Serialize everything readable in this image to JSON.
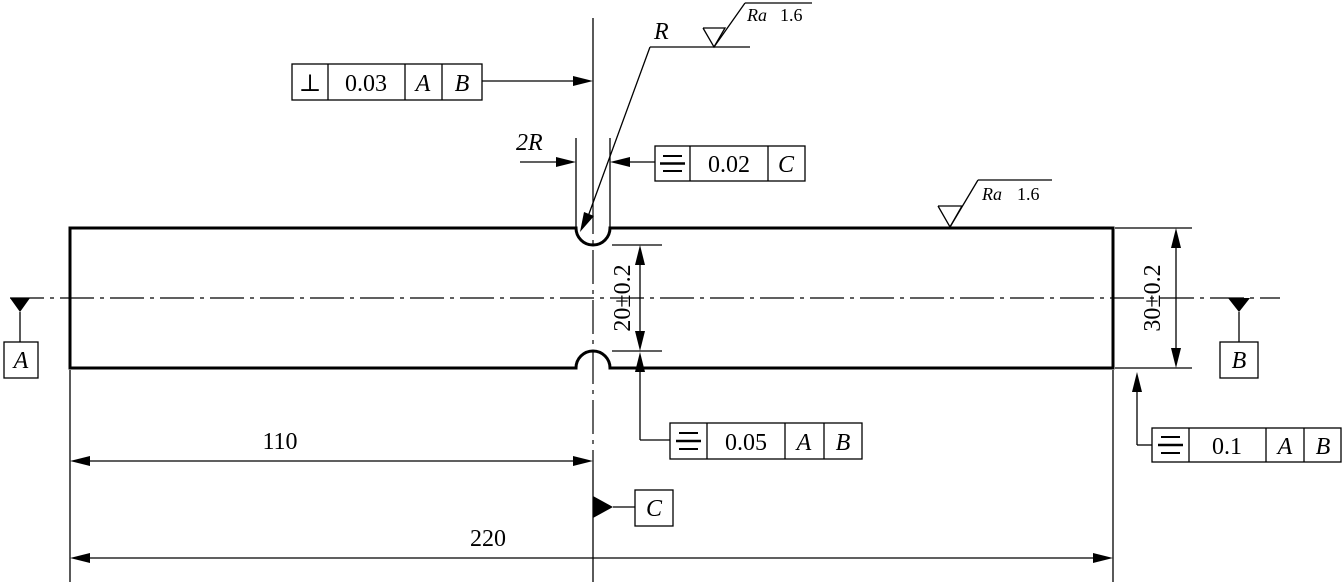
{
  "drawing": {
    "datums": {
      "a": "A",
      "b": "B",
      "c": "C"
    },
    "dimensions": {
      "overall_length": "220",
      "half_length": "110",
      "diameter": "30±0.2",
      "groove_depth": "20±0.2",
      "groove_width": "2R",
      "radius": "R"
    },
    "roughness": {
      "top": {
        "sym": "Ra",
        "val": "1.6"
      },
      "groove": {
        "sym": "Ra",
        "val": "1.6"
      }
    },
    "tolerances": {
      "perpendicularity": {
        "symbol": "⊥",
        "value": "0.03",
        "datum1": "A",
        "datum2": "B"
      },
      "groove_symmetry": {
        "value": "0.02",
        "datum1": "C"
      },
      "groove_depth_symmetry": {
        "value": "0.05",
        "datum1": "A",
        "datum2": "B"
      },
      "outer_symmetry": {
        "value": "0.1",
        "datum1": "A",
        "datum2": "B"
      }
    }
  }
}
